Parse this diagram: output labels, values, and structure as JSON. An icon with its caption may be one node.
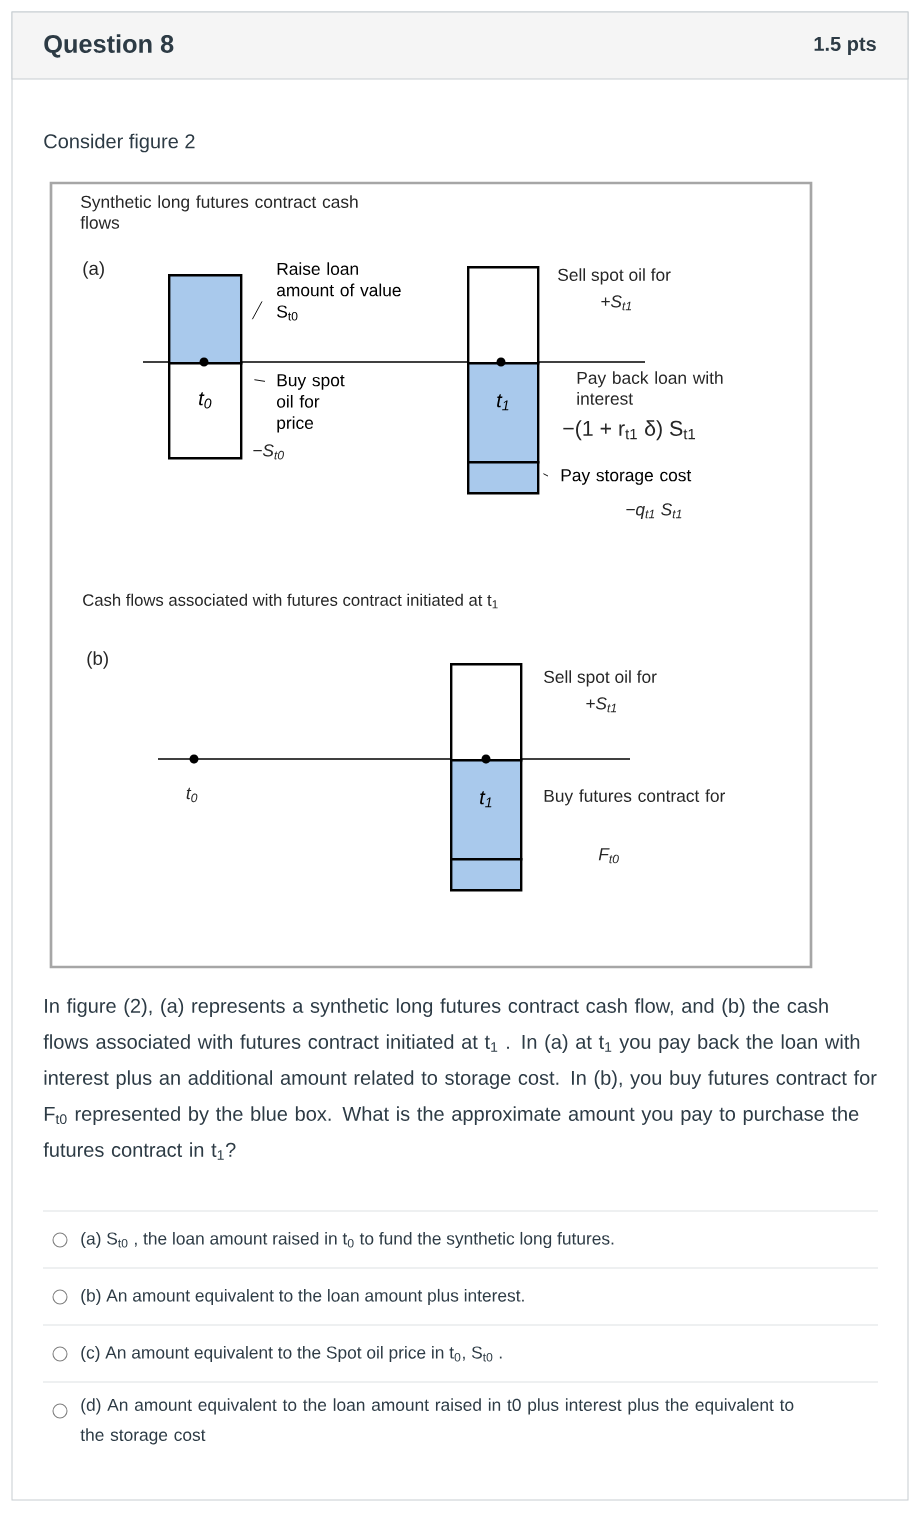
{
  "diagram": {
    "title": "Question 8",
    "nodes": [
      {
        "text": [],
        "shape": "box"
      },
      {
        "text": [
          "t$_{0}$"
        ]
      },
      {
        "text": [
          "Raise loan amount of value S$_{t0}$"
        ]
      },
      {
        "text": [
          "Buy spot oil for price"
        ]
      },
      {
        "text": [],
        "shape": "box"
      },
      {
        "text": [
          "t$_{1}$"
        ]
      },
      {
        "text": [],
        "shape": "box"
      },
      {
        "text": [
          "Pay storage cost"
        ]
      },
      {
        "text": [],
        "shape": "box"
      },
      {
        "text": [
          "t$_{1}$"
        ]
      },
      {
        "text": [],
        "shape": "box"
      }
    ],
    "edges": [
      {
        "from": 2,
        "to": 0,
        "arrow": "none"
      },
      {
        "from": 3,
        "to": 1,
        "arrow": "none"
      },
      {
        "from": 7,
        "to": 6,
        "arrow": "none"
      }
    ],
    "labels": [
      "1.5 pts",
      "Consider figure 2",
      "Synthetic long futures contract cash flows",
      "(a)",
      "−S$_{t0}$",
      "Sell spot oil for",
      "+S$_{t1}$",
      "Pay back loan with interest",
      "−(1 + r$_{t1}$ δ) S$_{t1}$",
      "−q$_{t1}$ S$_{t1}$",
      "Cash flows associated with futures contract initiated at t$_{1}$",
      "(b)",
      "t$_{0}$",
      "Sell spot oil for",
      "+S$_{t1}$",
      "Buy futures contract for",
      "F$_{t0}$",
      "In figure (2), (a) represents a synthetic long futures contract cash flow, and (b) the cash flows associated with futures contract initiated at t$_{1}$ . In (a) at t$_{1}$ you pay back the loan with interest plus an additional amount related to storage cost. In (b), you buy futures contract for F$_{t0}$ represented by the blue box. What is the approximate amount you pay to purchase the futures contract in t$_{1}$?",
      "(a) S$_{t0}$ , the loan amount raised in t$_{0}$ to fund the synthetic long futures.",
      "(b) An amount equivalent to the loan amount plus interest.",
      "(c) An amount equivalent to the Spot oil price in t$_{0}$, S$_{t0}$ .",
      "(d) An amount equivalent to the loan amount raised in t0 plus interest plus the equivalent to the storage cost"
    ]
  }
}
